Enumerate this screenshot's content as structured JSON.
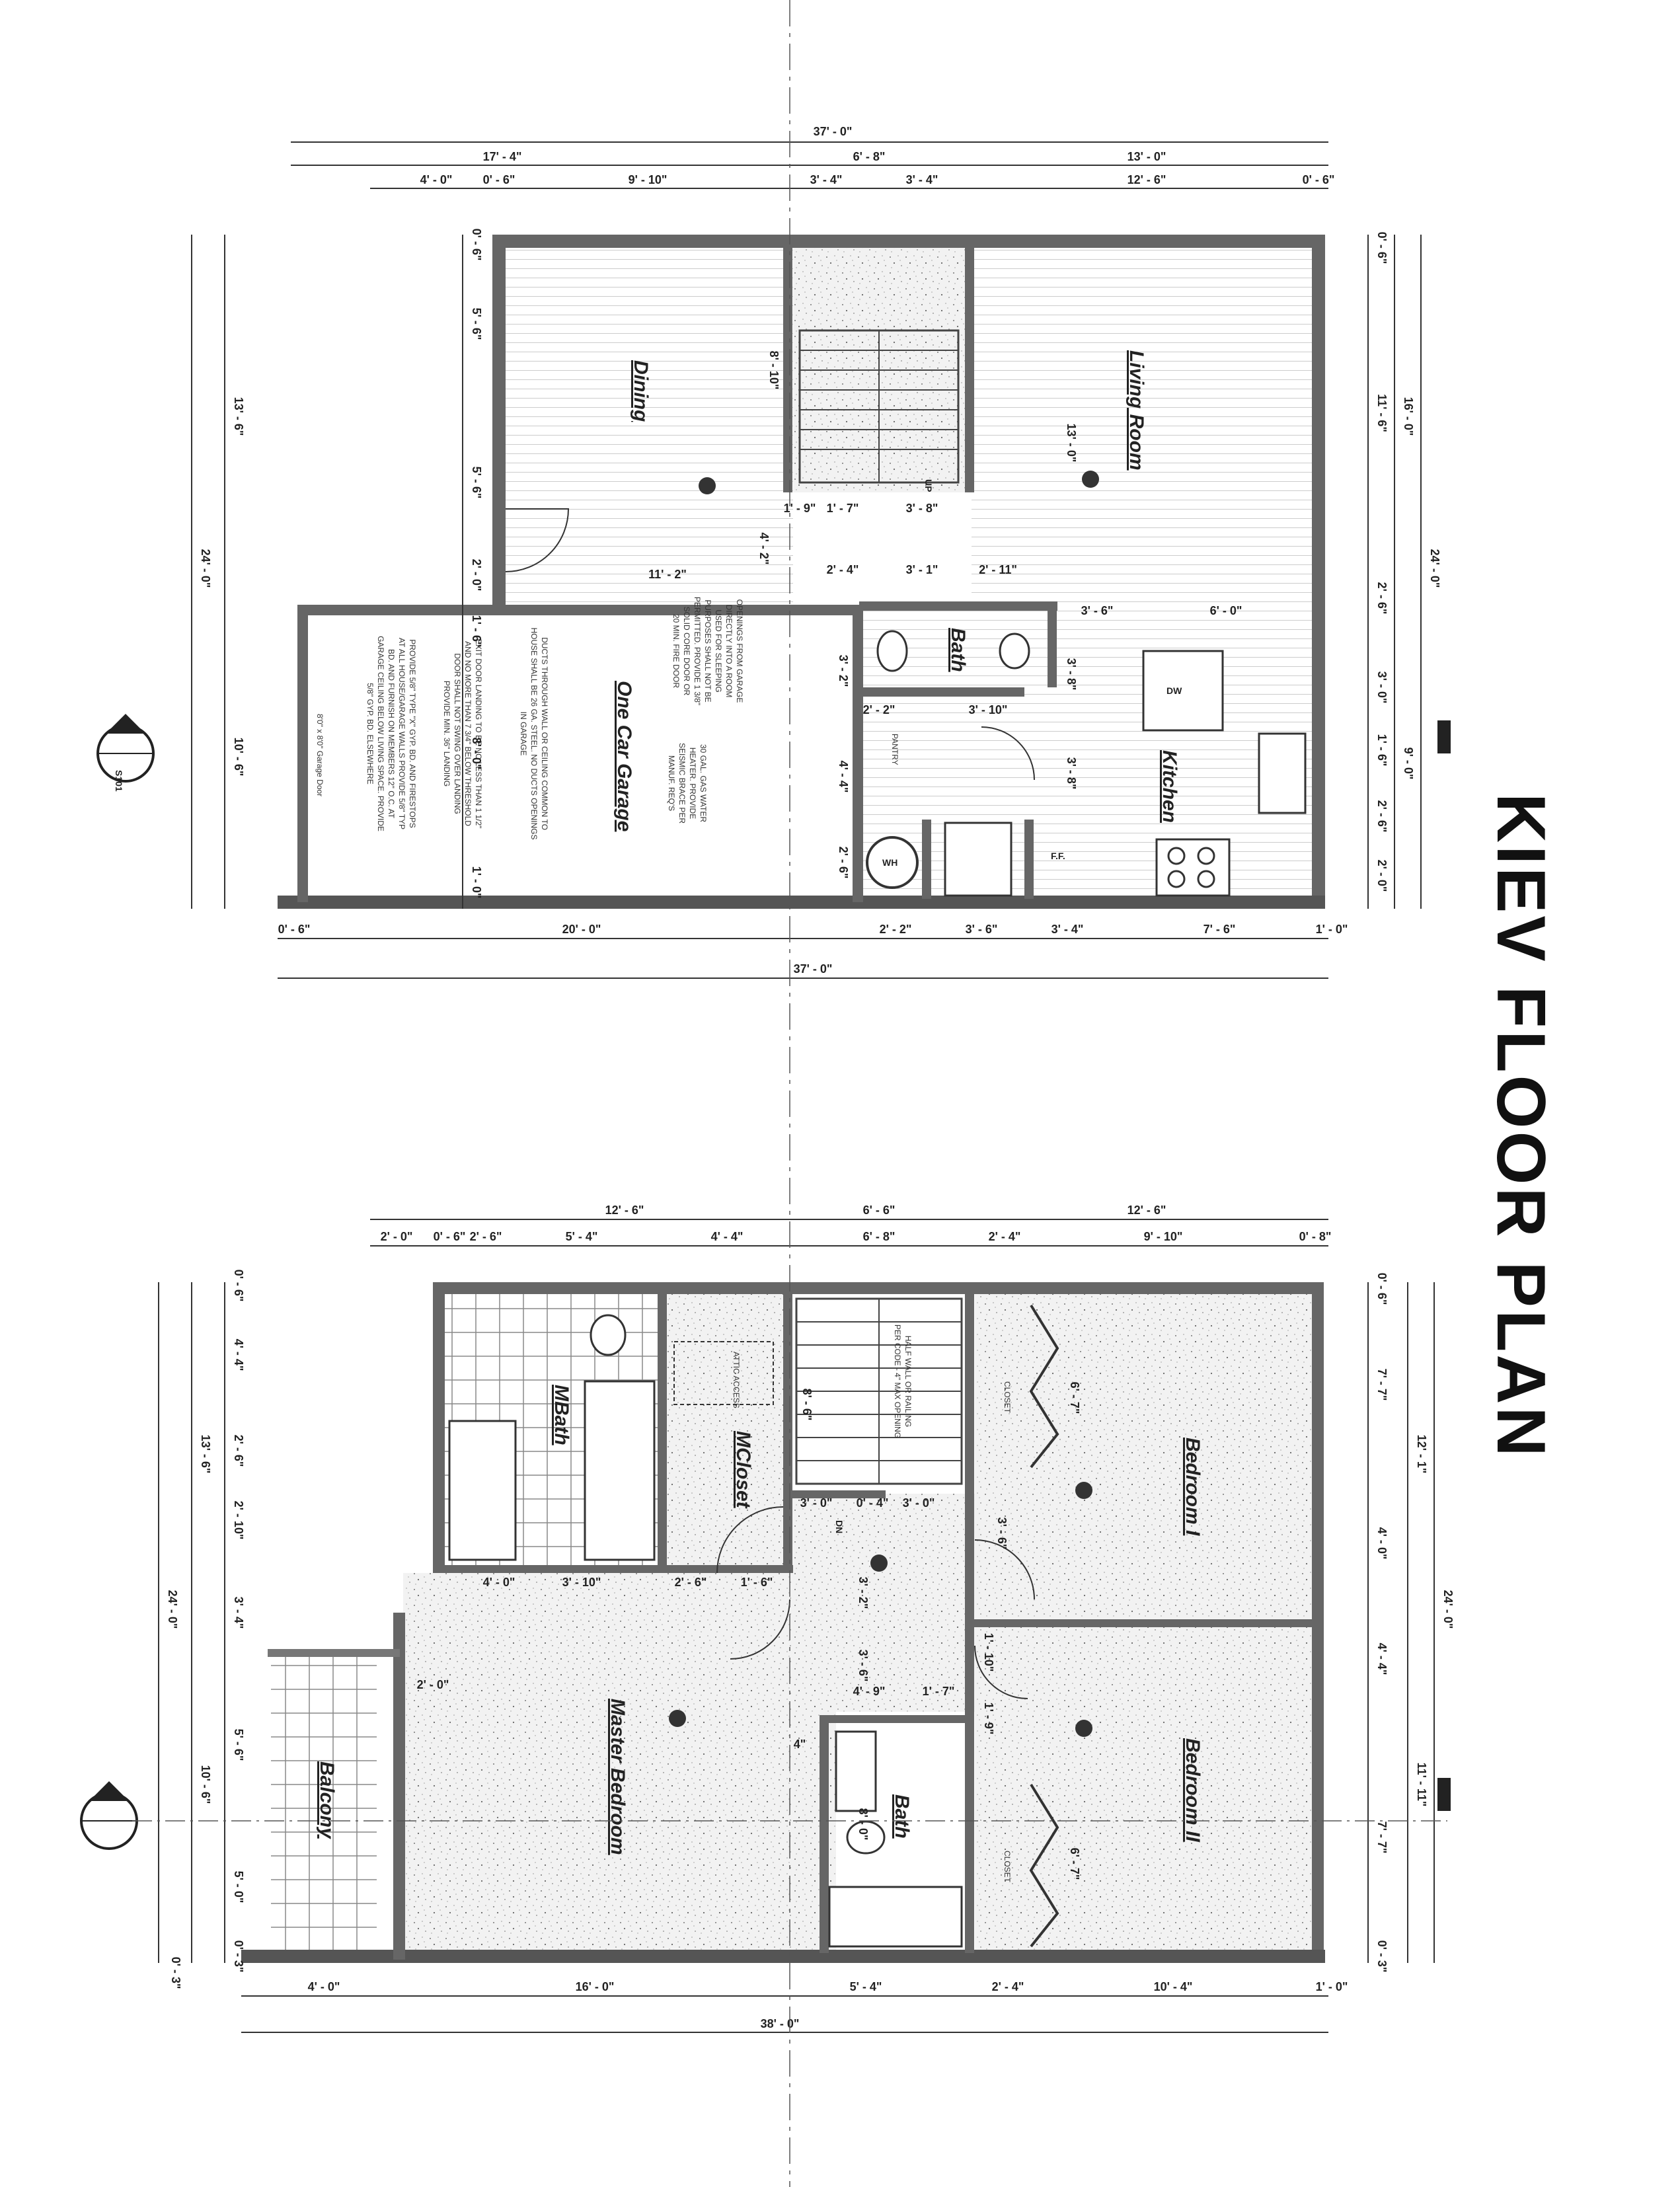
{
  "title": "KIEV FLOOR PLAN",
  "first_floor": {
    "overall_top": "37' - 0\"",
    "overall_bottom": "37' - 0\"",
    "top_row1": [
      "17' - 4\"",
      "6' - 8\"",
      "13' - 0\""
    ],
    "top_row2": [
      "4' - 0\"",
      "0' - 6\"",
      "9' - 10\"",
      "3' - 4\"",
      "3' - 4\"",
      "12' - 6\"",
      "0' - 6\""
    ],
    "bottom_row": [
      "0' - 6\"",
      "20' - 0\"",
      "2' - 2\"",
      "3' - 6\"",
      "3' - 4\"",
      "7' - 6\"",
      "1' - 0\""
    ],
    "left_overall": "24' - 0\"",
    "left_mid": [
      "13' - 6\"",
      "10' - 6\""
    ],
    "left_inner": [
      "0' - 6\"",
      "5' - 6\"",
      "5' - 6\"",
      "2' - 0\"",
      "1' - 6\"",
      "8' - 0\"",
      "1' - 0\""
    ],
    "right_overall": "24' - 0\"",
    "right_mid": [
      "16' - 0\"",
      "9' - 0\""
    ],
    "right_inner": [
      "0' - 6\"",
      "11' - 6\"",
      "2' - 6\"",
      "3' - 0\"",
      "1' - 6\"",
      "2' - 6\"",
      "2' - 0\""
    ],
    "rooms": {
      "dining": "Dining",
      "living": "Living Room",
      "garage": "One Car Garage",
      "bath": "Bath",
      "kitchen": "Kitchen",
      "pantry": "PANTRY",
      "wh": "WH",
      "dw": "DW",
      "ff": "F.F.",
      "up": "UP",
      "garage_door": "8'0\" x 8'0\" Garage Door"
    },
    "interior_dims": [
      "8' - 10\"",
      "13' - 0\"",
      "11' - 2\"",
      "1' - 9\"",
      "1' - 7\"",
      "3' - 8\"",
      "4' - 2\"",
      "2' - 4\"",
      "3' - 1\"",
      "2' - 11\"",
      "3' - 6\"",
      "6' - 0\"",
      "3' - 2\"",
      "3' - 8\"",
      "2' - 2\"",
      "3' - 10\"",
      "4' - 4\"",
      "2' - 6\"",
      "3' - 8\""
    ],
    "notes": [
      "PROVIDE 5/8\" TYPE \"X\" GYP. BD. AND FIRESTOPS",
      "AT ALL HOUSE/GARAGE WALLS PROVIDE 5/8\" TYP",
      "BD. AND FURNISH ON MEMBERS 12\" O.C. AT",
      "GARAGE CEILING BELOW LIVING SPACE. PROVIDE",
      "5/8\" GYP. BD. ELSEWHERE",
      "EXIT DOOR LANDING TO BE NO LESS THAN 1 1/2\"",
      "AND NO MORE THAN 7 3/4\" BELOW THRESHOLD",
      "DOOR SHALL NOT SWING OVER LANDING",
      "PROVIDE MIN. 36\" LANDING",
      "DUCTS THROUGH WALL OR CEILING COMMON TO",
      "HOUSE SHALL BE 26 GA. STEEL. NO DUCTS OPENINGS",
      "IN GARAGE",
      "OPENINGS FROM GARAGE",
      "DIRECTLY INTO A ROOM",
      "USED FOR SLEEPING",
      "PURPOSES SHALL NOT BE",
      "PERMITTED. PROVIDE 1 3/8\"",
      "SOLID CORE DOOR OR",
      "20 MIN. FIRE DOOR",
      "30 GAL. GAS WATER",
      "HEATER. PROVIDE",
      "SEISMIC BRACE PER",
      "MANUF. REQ'S"
    ],
    "section_marker": "S101"
  },
  "second_floor": {
    "overall_bottom": "38' - 0\"",
    "top_row1": [
      "12' - 6\"",
      "6' - 6\"",
      "12' - 6\""
    ],
    "top_row2": [
      "2' - 0\"",
      "0' - 6\"",
      "2' - 6\"",
      "5' - 4\"",
      "4' - 4\"",
      "6' - 8\"",
      "2' - 4\"",
      "9' - 10\"",
      "0' - 8\""
    ],
    "bottom_row": [
      "4' - 0\"",
      "16' - 0\"",
      "5' - 4\"",
      "2' - 4\"",
      "10' - 4\"",
      "1' - 0\""
    ],
    "left_overall": "24' - 0\"",
    "left_mid": [
      "13' - 6\"",
      "10' - 6\""
    ],
    "left_inner": [
      "0' - 6\"",
      "4' - 4\"",
      "2' - 6\"",
      "2' - 10\"",
      "3' - 4\"",
      "5' - 6\"",
      "5' - 0\"",
      "0' - 3\""
    ],
    "left_outer": "0' - 3\"",
    "right_overall": "24' - 0\"",
    "right_mid": [
      "12' - 1\"",
      "11' - 11\""
    ],
    "right_inner": [
      "0' - 6\"",
      "7' - 7\"",
      "4' - 0\"",
      "4' - 4\"",
      "7' - 7\"",
      "0' - 3\""
    ],
    "rooms": {
      "mbath": "MBath",
      "mcloset": "MCloset",
      "bedroom1": "Bedroom I",
      "bedroom2": "Bedroom II",
      "master": "Master Bedroom",
      "bath": "Bath",
      "balcony": "Balcony",
      "dn": "DN",
      "closet": "CLOSET",
      "attic": "ATTIC ACCESS"
    },
    "interior_dims": [
      "8' - 6\"",
      "6' - 7\"",
      "6' - 7\"",
      "3' - 0\"",
      "0' - 4\"",
      "3' - 0\"",
      "3' - 6\"",
      "3' - 2\"",
      "3' - 6\"",
      "4' - 0\"",
      "3' - 10\"",
      "2' - 6\"",
      "1' - 6\"",
      "2' - 0\"",
      "4' - 9\"",
      "1' - 7\"",
      "1' - 10\"",
      "1' - 9\"",
      "8' - 0\"",
      "4\""
    ],
    "notes": [
      "HALF WALL OR RAILING",
      "PER CODE - 4\" MAX OPENING"
    ]
  }
}
